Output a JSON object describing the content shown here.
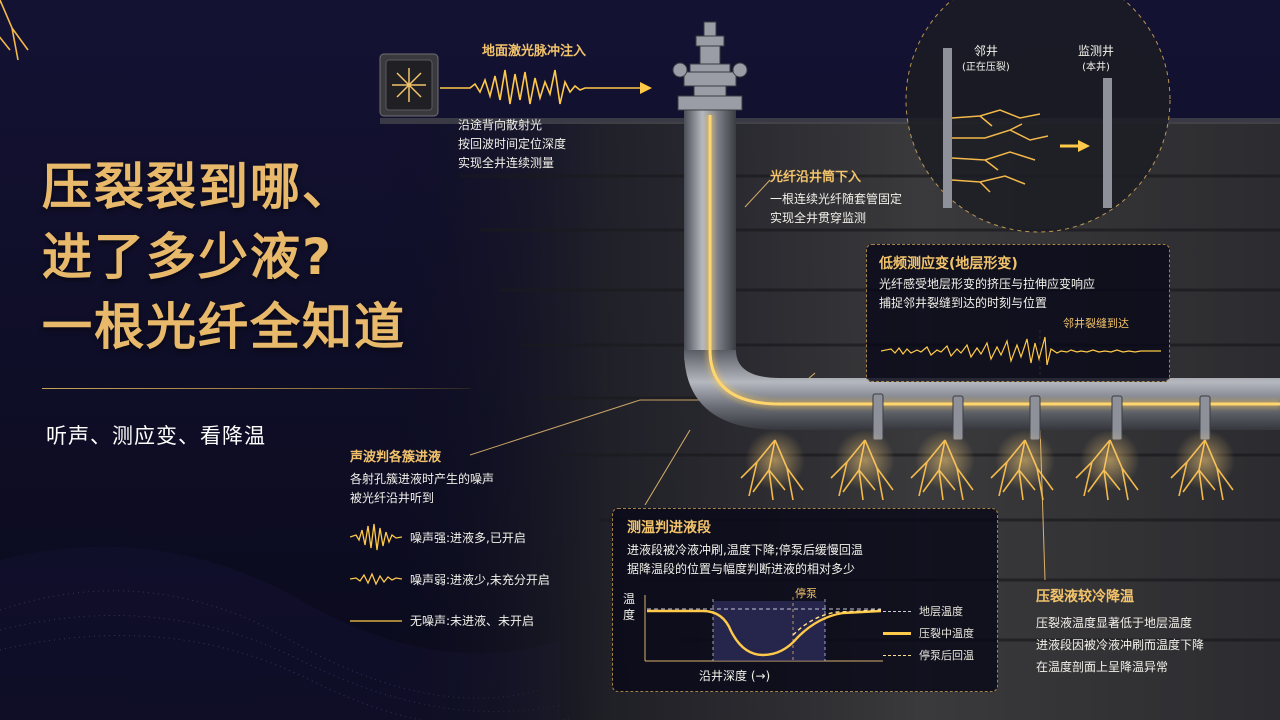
{
  "title_lines": [
    "压裂裂到哪、",
    "进了多少液?",
    "一根光纤全知道"
  ],
  "subtitle": "听声、测应变、看降温",
  "laser": {
    "label": "地面激光脉冲注入",
    "desc": [
      "沿途背向散射光",
      "按回波时间定位深度",
      "实现全井连续测量"
    ]
  },
  "fiber": {
    "label": "光纤沿井筒下入",
    "desc": [
      "一根连续光纤随套管固定",
      "实现全井贯穿监测"
    ]
  },
  "wells": {
    "neighbor_name": "邻井",
    "neighbor_status": "(正在压裂)",
    "monitor_name": "监测井",
    "monitor_status": "(本井)"
  },
  "strain": {
    "title": "低频测应变(地层形变)",
    "desc": [
      "光纤感受地层形变的挤压与拉伸应变响应",
      "捕捉邻井裂缝到达的时刻与位置"
    ],
    "arrival_label": "邻井裂缝到达"
  },
  "acoustic": {
    "title": "声波判各簇进液",
    "desc": [
      "各射孔簇进液时产生的噪声",
      "被光纤沿井听到"
    ],
    "legend": [
      "噪声强:进液多,已开启",
      "噪声弱:进液少,未充分开启",
      "无噪声:未进液、未开启"
    ]
  },
  "temp": {
    "title": "测温判进液段",
    "desc": [
      "进液段被冷液冲刷,温度下降;停泵后缓慢回温",
      "据降温段的位置与幅度判断进液的相对多少"
    ],
    "ylabel": [
      "温",
      "度"
    ],
    "xlabel": "沿井深度 (→)",
    "pump_stop_label": "停泵",
    "legend": [
      "地层温度",
      "压裂中温度",
      "停泵后回温"
    ]
  },
  "cold": {
    "title": "压裂液较冷降温",
    "desc": [
      "压裂液温度显著低于地层温度",
      "进液段因被冷液冲刷而温度下降",
      "在温度剖面上呈降温异常"
    ]
  },
  "colors": {
    "gold": "#e8b96a",
    "fiber_glow": "#ffc94a",
    "background": "#0b0b1f",
    "rock": "#2a2a2e"
  }
}
